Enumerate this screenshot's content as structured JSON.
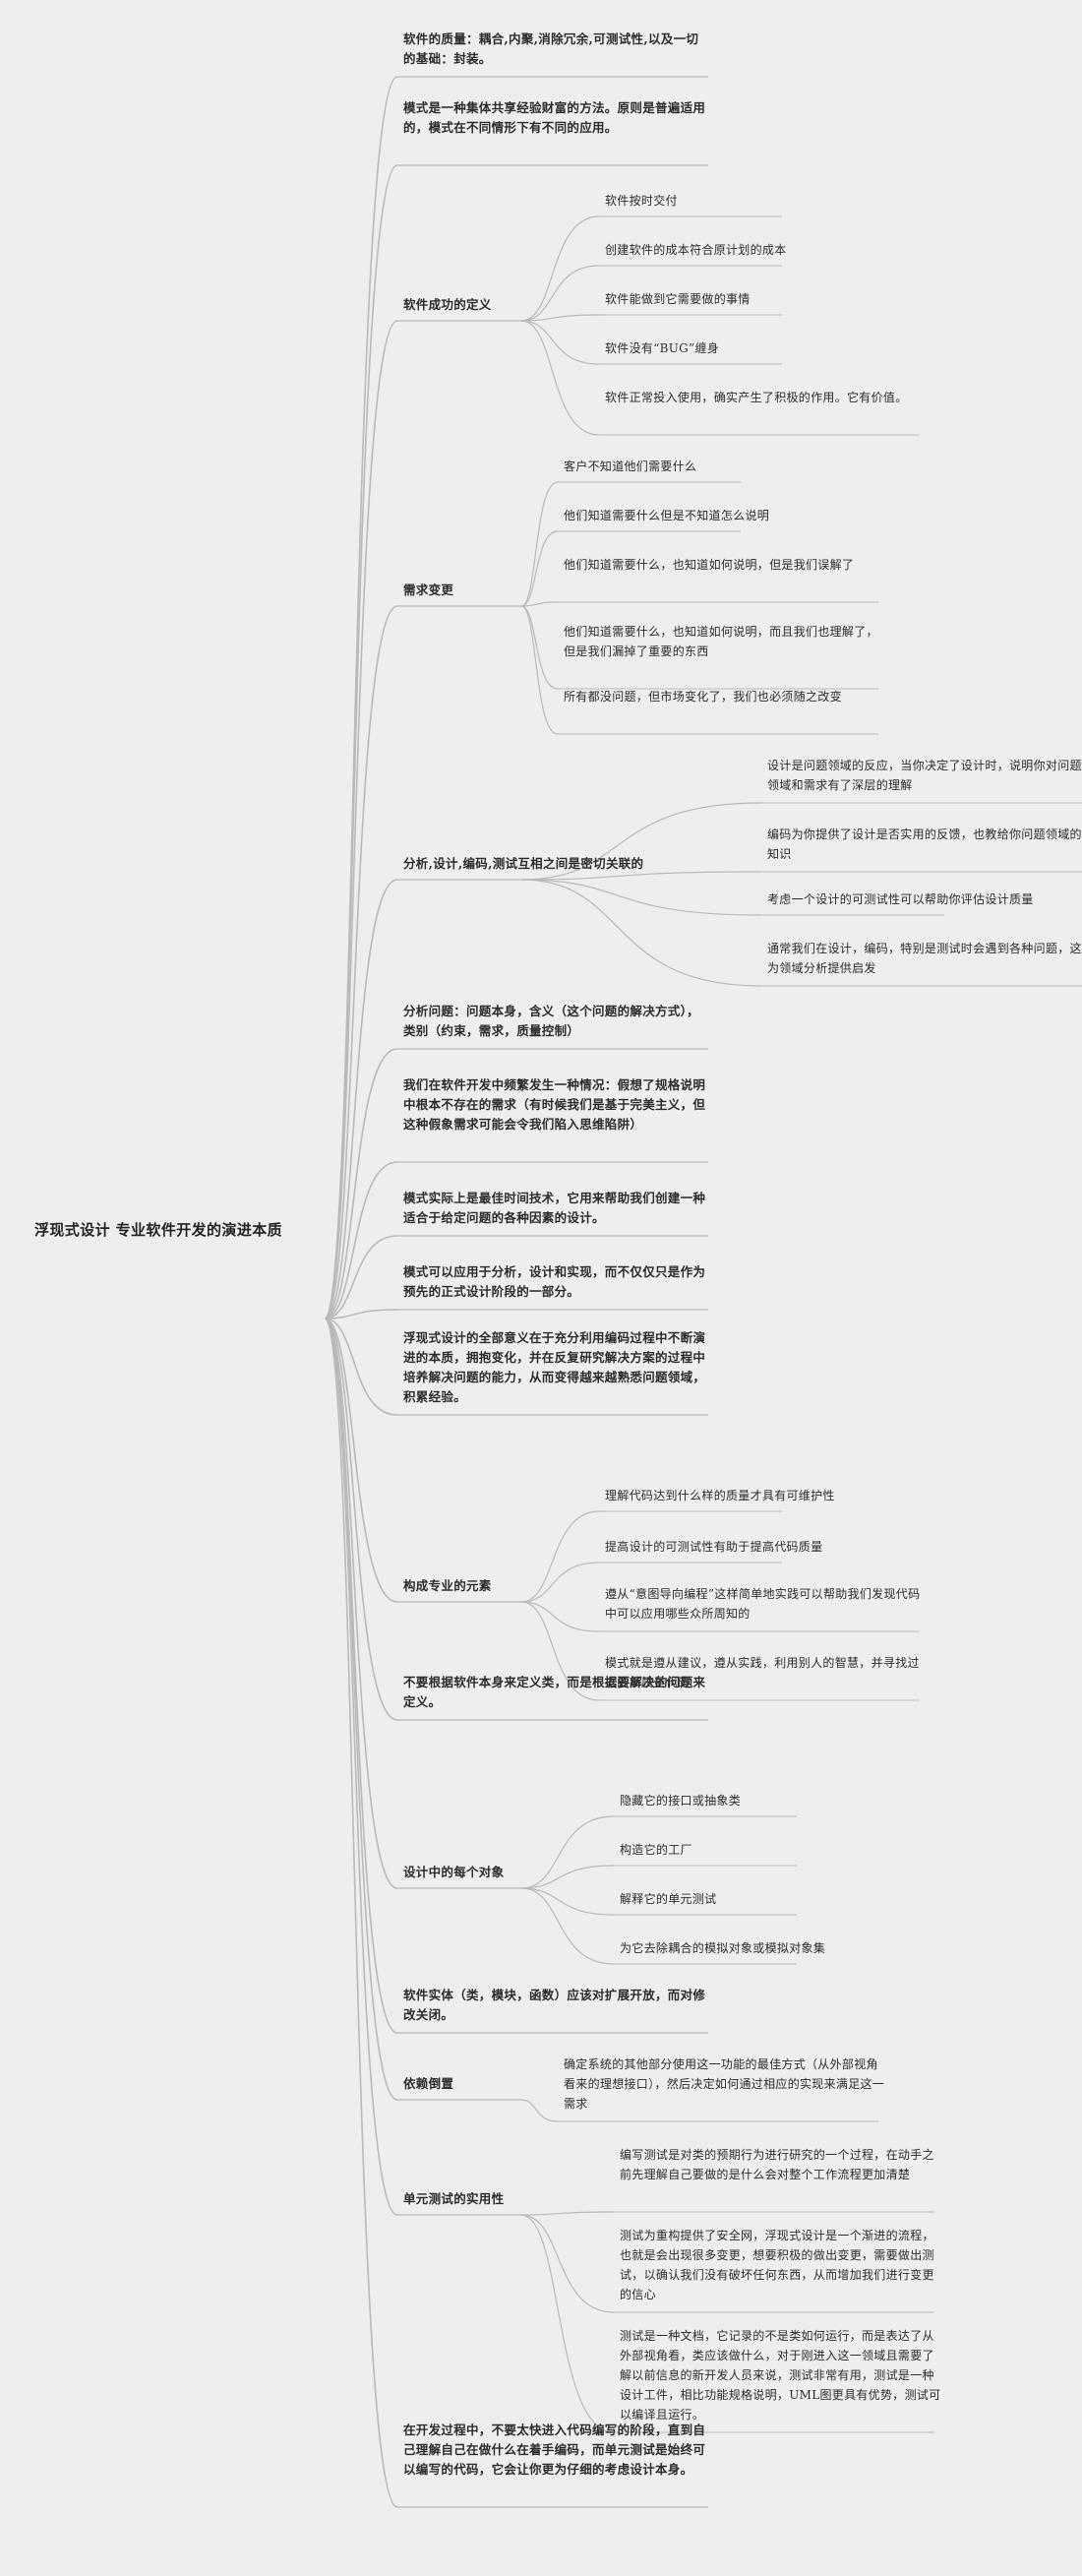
{
  "colors": {
    "background": "#eeeeec",
    "line": "#b9b9b9",
    "text": "#2b2b2b"
  },
  "root": {
    "label": "浮现式设计 专业软件开发的演进本质"
  },
  "l1": [
    {
      "label": "软件的质量：耦合,内聚,消除冗余,可测试性,以及一切的基础：封装。"
    },
    {
      "label": "模式是一种集体共享经验财富的方法。原则是普遍适用的，模式在不同情形下有不同的应用。"
    },
    {
      "label": "软件成功的定义"
    },
    {
      "label": "需求变更"
    },
    {
      "label": "分析,设计,编码,测试互相之间是密切关联的"
    },
    {
      "label": "分析问题：问题本身，含义（这个问题的解决方式），类别（约束，需求，质量控制）"
    },
    {
      "label": "我们在软件开发中频繁发生一种情况：假想了规格说明中根本不存在的需求（有时候我们是基于完美主义，但这种假象需求可能会令我们陷入思维陷阱）"
    },
    {
      "label": "模式实际上是最佳时间技术，它用来帮助我们创建一种适合于给定问题的各种因素的设计。"
    },
    {
      "label": "模式可以应用于分析，设计和实现，而不仅仅只是作为预先的正式设计阶段的一部分。"
    },
    {
      "label": "浮现式设计的全部意义在于充分利用编码过程中不断演进的本质，拥抱变化，并在反复研究解决方案的过程中培养解决问题的能力，从而变得越来越熟悉问题领域，积累经验。"
    },
    {
      "label": "构成专业的元素"
    },
    {
      "label": "不要根据软件本身来定义类，而是根据要解决的问题来定义。"
    },
    {
      "label": "设计中的每个对象"
    },
    {
      "label": "软件实体（类，模块，函数）应该对扩展开放，而对修改关闭。"
    },
    {
      "label": "依赖倒置"
    },
    {
      "label": "单元测试的实用性"
    },
    {
      "label": "在开发过程中，不要太快进入代码编写的阶段，直到自己理解自己在做什么在着手编码，而单元测试是始终可以编写的代码，它会让你更为仔细的考虑设计本身。"
    }
  ],
  "success": [
    {
      "label": "软件按时交付"
    },
    {
      "label": "创建软件的成本符合原计划的成本"
    },
    {
      "label": "软件能做到它需要做的事情"
    },
    {
      "label": "软件没有“BUG”缠身"
    },
    {
      "label": "软件正常投入使用，确实产生了积极的作用。它有价值。"
    }
  ],
  "change": [
    {
      "label": "客户不知道他们需要什么"
    },
    {
      "label": "他们知道需要什么但是不知道怎么说明"
    },
    {
      "label": "他们知道需要什么，也知道如何说明，但是我们误解了"
    },
    {
      "label": "他们知道需要什么，也知道如何说明，而且我们也理解了，但是我们漏掉了重要的东西"
    },
    {
      "label": "所有都没问题，但市场变化了，我们也必须随之改变"
    }
  ],
  "relate": [
    {
      "label": "设计是问题领域的反应，当你决定了设计时，说明你对问题领域和需求有了深层的理解"
    },
    {
      "label": "编码为你提供了设计是否实用的反馈，也教给你问题领域的知识"
    },
    {
      "label": "考虑一个设计的可测试性可以帮助你评估设计质量"
    },
    {
      "label": "通常我们在设计，编码，特别是测试时会遇到各种问题，这为领域分析提供启发"
    }
  ],
  "pro": [
    {
      "label": "理解代码达到什么样的质量才具有可维护性"
    },
    {
      "label": "提高设计的可测试性有助于提高代码质量"
    },
    {
      "label": "遵从“意图导向编程”这样简单地实践可以帮助我们发现代码中可以应用哪些众所周知的"
    },
    {
      "label": "模式就是遵从建议，遵从实践，利用别人的智慧，并寻找过去的高质量代码"
    }
  ],
  "object": [
    {
      "label": "隐藏它的接口或抽象类"
    },
    {
      "label": "构造它的工厂"
    },
    {
      "label": "解释它的单元测试"
    },
    {
      "label": "为它去除耦合的模拟对象或模拟对象集"
    }
  ],
  "dip": [
    {
      "label": "确定系统的其他部分使用这一功能的最佳方式（从外部视角看来的理想接口），然后决定如何通过相应的实现来满足这一需求"
    }
  ],
  "unit": [
    {
      "label": "编写测试是对类的预期行为进行研究的一个过程，在动手之前先理解自己要做的是什么会对整个工作流程更加清楚"
    },
    {
      "label": "测试为重构提供了安全网，浮现式设计是一个渐进的流程，也就是会出现很多变更，想要积极的做出变更，需要做出测试，以确认我们没有破坏任何东西，从而增加我们进行变更的信心"
    },
    {
      "label": "测试是一种文档，它记录的不是类如何运行，而是表达了从外部视角看，类应该做什么，对于刚进入这一领域且需要了解以前信息的新开发人员来说，测试非常有用，测试是一种设计工件，相比功能规格说明，UML图更具有优势，测试可以编译且运行。"
    }
  ]
}
